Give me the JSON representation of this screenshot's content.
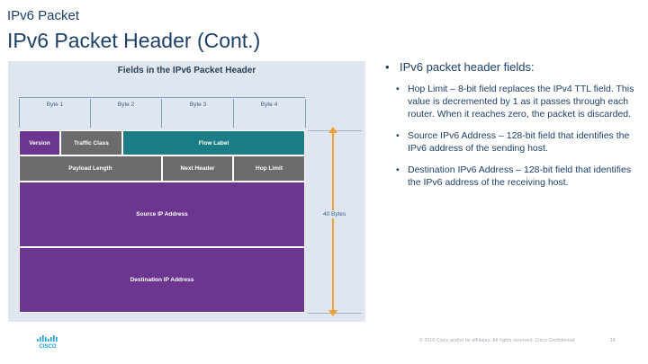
{
  "header": {
    "section": "IPv6 Packet",
    "title": "IPv6 Packet Header (Cont.)"
  },
  "diagram": {
    "heading": "Fields in the IPv6 Packet Header",
    "bytes": [
      "Byte 1",
      "Byte 2",
      "Byte 3",
      "Byte 4"
    ],
    "row1": {
      "version": "Version",
      "traffic_class": "Traffic Class",
      "flow_label": "Flow Label"
    },
    "row2": {
      "payload_length": "Payload Length",
      "next_header": "Next Header",
      "hop_limit": "Hop Limit"
    },
    "source": "Source IP Address",
    "destination": "Destination IP Address",
    "size_label": "40 Bytes",
    "colors": {
      "purple": "#6b3590",
      "grey": "#6b6b6b",
      "teal": "#1a7c84",
      "arrow": "#f0a035"
    }
  },
  "bullets": {
    "main": "IPv6 packet header fields:",
    "sub": [
      "Hop Limit – 8-bit field replaces the IPv4 TTL field. This value is decremented by 1 as it passes through each router. When it reaches zero, the packet is discarded.",
      "Source IPv6 Address – 128-bit field that identifies the IPv6 address of the sending host.",
      "Destination IPv6 Address – 128-bit field that identifies the IPv6 address of the receiving host."
    ]
  },
  "footer": {
    "copyright": "© 2016 Cisco and/or its affiliates. All rights reserved. Cisco Confidential",
    "page": "18",
    "logo_icon": "cisco-logo-icon"
  }
}
